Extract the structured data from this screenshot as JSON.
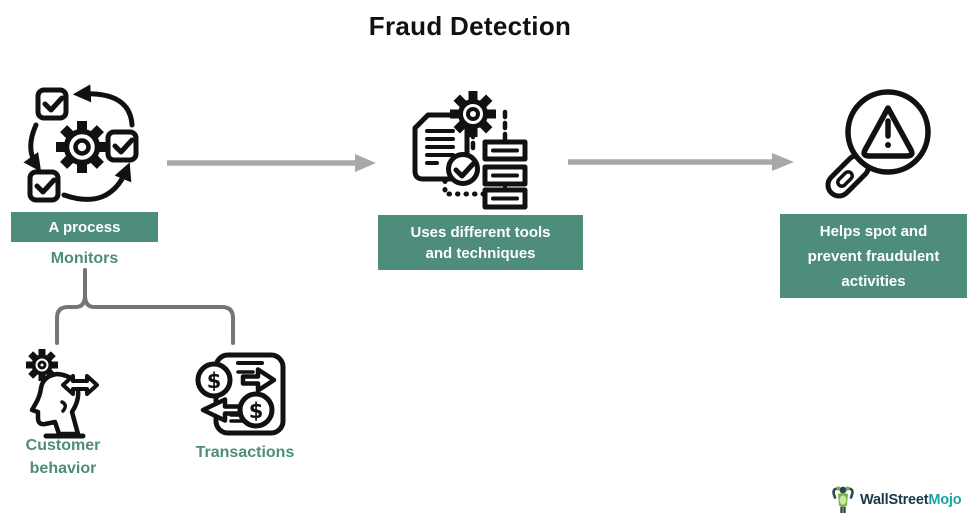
{
  "title": "Fraud Detection",
  "steps": [
    {
      "label": "A process",
      "icon": "process-cycle-icon"
    },
    {
      "label": "Uses different tools\nand techniques",
      "icon": "document-gear-checklist-icon"
    },
    {
      "label": "Helps spot and\nprevent fraudulent\nactivities",
      "icon": "magnifier-warning-icon"
    }
  ],
  "monitors": {
    "label": "Monitors",
    "children": [
      {
        "label": "Customer\nbehavior",
        "icon": "customer-behavior-head-gear-icon"
      },
      {
        "label": "Transactions",
        "icon": "transactions-money-exchange-icon"
      }
    ]
  },
  "logo": {
    "part1": "WallStreet",
    "part2": "Mojo",
    "mascot_icon": "wallstreetmojo-mascot-icon"
  },
  "colors": {
    "label_box_teal": "#4e8c7b",
    "label_text_white": "#ffffff",
    "accent_text_teal": "#4e8c7b",
    "flow_arrow_gray": "#a8a8a8",
    "bracket_gray": "#757575",
    "icon_stroke_black": "#111111",
    "logo_navy": "#17384a",
    "logo_teal": "#1aa3a3",
    "logo_green": "#7cb342"
  }
}
